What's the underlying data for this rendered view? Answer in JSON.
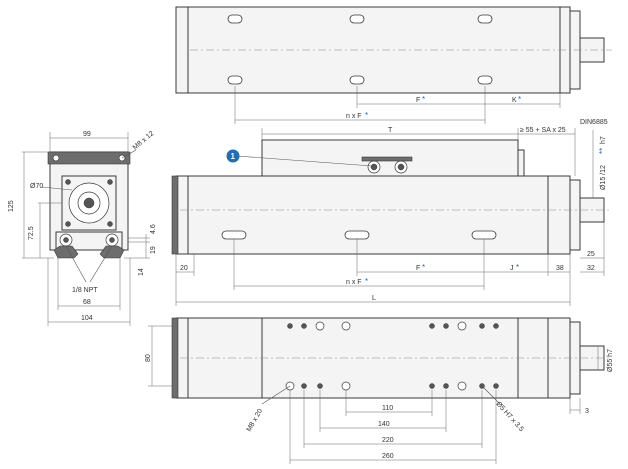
{
  "labels": {
    "d99": "99",
    "m8x12": "M8 x 12",
    "d70": "Ø70",
    "d125": "125",
    "d72_5": "72.5",
    "d4_6": "4.6",
    "d19": "19",
    "d14": "14",
    "npt": "1/8 NPT",
    "d68": "68",
    "d104": "104",
    "F": "F",
    "K": "K",
    "nxF": "n x F",
    "T": "T",
    "stroke_len": "≥ 55 + SA x 25",
    "din": "DIN6885",
    "shaft": "Ø15 /12",
    "shaft_tol": "h7",
    "d20": "20",
    "J": "J",
    "d38": "38",
    "d32": "32",
    "d25": "25",
    "L": "L",
    "d80": "80",
    "d55": "Ø55 h7",
    "m8x20": "M8 x 20",
    "dowel": "Ø5 H7 x 3.5",
    "d3": "3",
    "d110": "110",
    "d140": "140",
    "d220": "220",
    "d260": "260",
    "star": "*",
    "star2": "**",
    "callout": "1"
  }
}
